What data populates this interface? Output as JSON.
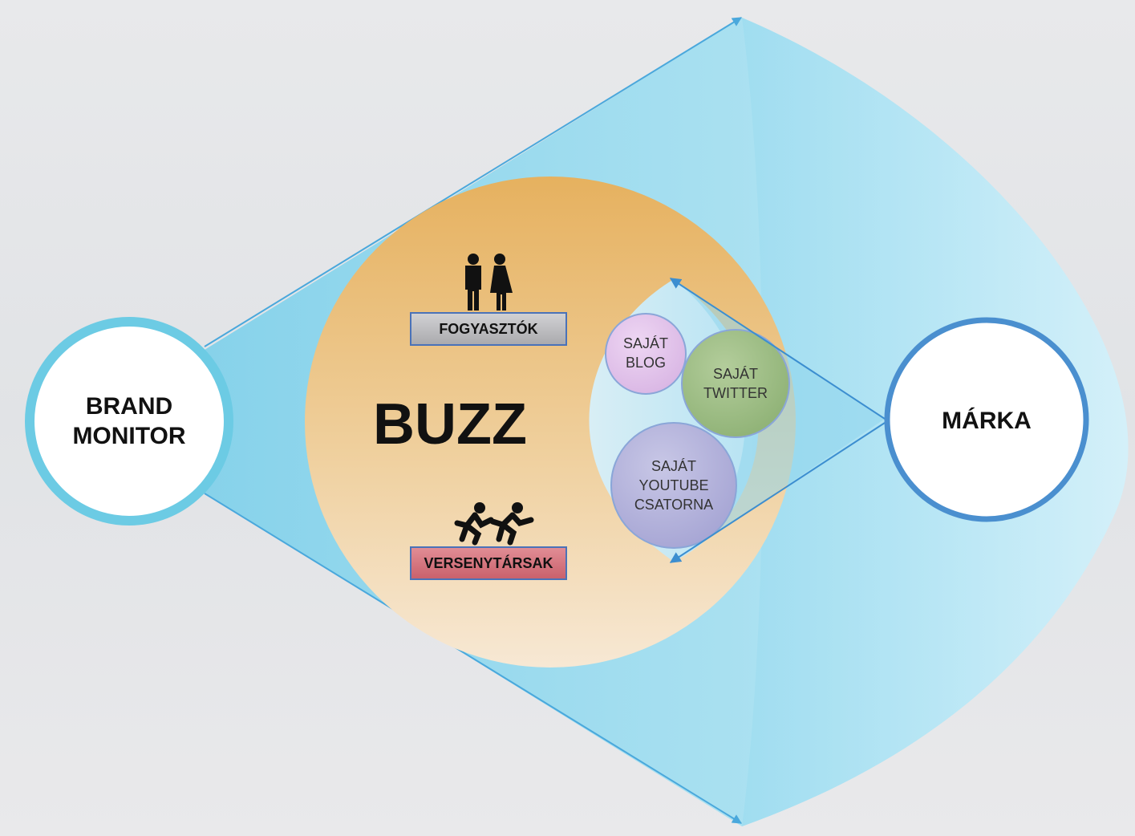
{
  "brand_monitor": {
    "line1": "BRAND",
    "line2": "MONITOR"
  },
  "marka": {
    "label": "MÁRKA"
  },
  "buzz": {
    "label": "BUZZ"
  },
  "fogyasztok": {
    "label": "FOGYASZTÓK",
    "icon": "people-icon"
  },
  "versenytarsak": {
    "label": "VERSENYTÁRSAK",
    "icon": "runners-icon"
  },
  "channels": {
    "blog": {
      "line1": "SAJÁT",
      "line2": "BLOG"
    },
    "twitter": {
      "line1": "SAJÁT",
      "line2": "TWITTER"
    },
    "youtube": {
      "line1": "SAJÁT",
      "line2": "YOUTUBE",
      "line3": "CSATORNA"
    }
  },
  "colors": {
    "cone": "#8fd6ec",
    "buzz_top": "#e7b466",
    "buzz_bottom": "#f6e4cc",
    "brand_ring": "#6ccbe4",
    "marka_ring": "#4a8fcf",
    "blog": "#e2c3ea",
    "twitter": "#9fbd86",
    "youtube": "#b6b5dc",
    "fogyasztok_bar": "#bfbfc2",
    "versenytarsak_bar": "#d87882",
    "arrow": "#3c8ed0"
  }
}
